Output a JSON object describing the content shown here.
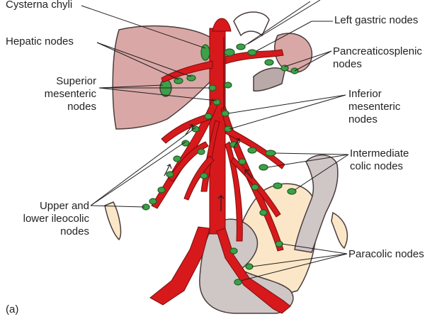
{
  "figure": {
    "panel_label": "(a)",
    "labels": {
      "cysterna_chyli": "Cysterna chyli",
      "hepatic_nodes": "Hepatic nodes",
      "superior_mesenteric_nodes": "Superior\nmesenteric\nnodes",
      "upper_lower_ileocolic_nodes": "Upper and\nlower ileocolic\nnodes",
      "left_gastric_nodes": "Left gastric nodes",
      "pancreaticosplenic_nodes": "Pancreaticosplenic\nnodes",
      "inferior_mesenteric_nodes": "Inferior\nmesenteric\nnodes",
      "intermediate_colic_nodes": "Intermediate\ncolic nodes",
      "paracolic_nodes": "Paracolic nodes"
    },
    "colors": {
      "artery": "#d7191c",
      "node": "#3fa04a",
      "liver": "#d9a8a6",
      "colon": "#cfc6c6",
      "mesentery": "#fbe7c8"
    }
  }
}
